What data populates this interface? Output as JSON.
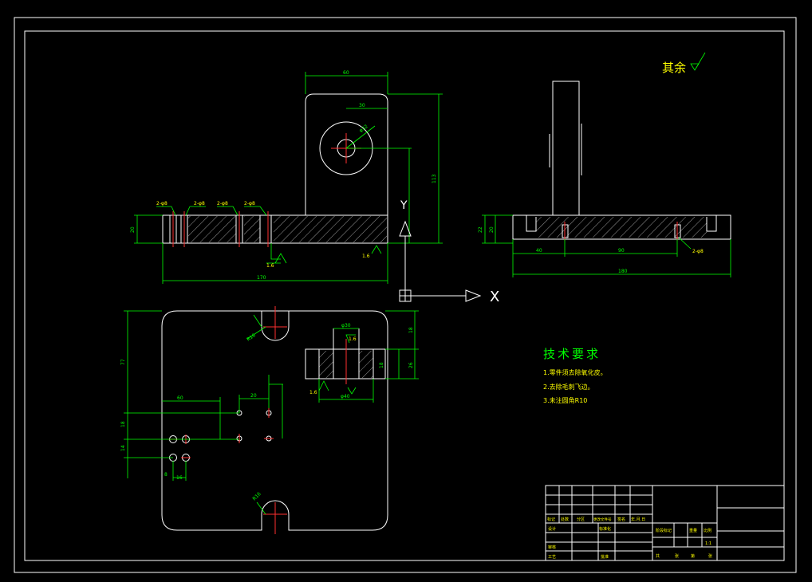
{
  "colors": {
    "background": "#000000",
    "geometry": "#ffffff",
    "dimension": "#00ff00",
    "center": "#ff3030",
    "note": "#ffff00"
  },
  "roughness_note": "其余",
  "front_view": {
    "width_top": "60",
    "hole_offset": "30",
    "hole_dia": "φ32",
    "height_total": "113",
    "base_height": "20",
    "total_length": "170",
    "hole_callouts": [
      "2-φ8",
      "2-φ8",
      "2-φ8",
      "2-φ8"
    ],
    "roughness_1": "1.6",
    "roughness_2": "1.6"
  },
  "side_view": {
    "dim_a": "40",
    "dim_b": "90",
    "total": "180",
    "height_1": "22",
    "height_2": "20",
    "hole_callout": "2-φ8"
  },
  "ucs": {
    "y_label": "Y",
    "x_label": "X"
  },
  "top_view": {
    "dim_77": "77",
    "dim_r16": "R16",
    "dim_60": "60",
    "dim_20": "20",
    "dim_18": "18",
    "dim_14": "14",
    "dim_8": "8",
    "dim_16": "16",
    "dim_r16_b": "R16"
  },
  "section": {
    "dim_top": "φ30",
    "roughness": "1.6",
    "dim_bottom": "φ40",
    "dim_right_1": "18",
    "dim_right_2": "26",
    "dim_right_3": "18",
    "roughness_left": "1.6"
  },
  "tech_req": {
    "title": "技术要求",
    "items": [
      "1.零件须去除氧化皮。",
      "2.去除毛刺飞边。",
      "3.未注圆角R10"
    ]
  },
  "title_block": {
    "labels": [
      "标记",
      "处数",
      "分区",
      "更改文件号",
      "签名",
      "年.月.日",
      "设计",
      "标准化",
      "审核",
      "工艺",
      "批准",
      "阶段标记",
      "重量",
      "比例",
      "共",
      "张",
      "第",
      "张"
    ],
    "scale": "1:1"
  }
}
